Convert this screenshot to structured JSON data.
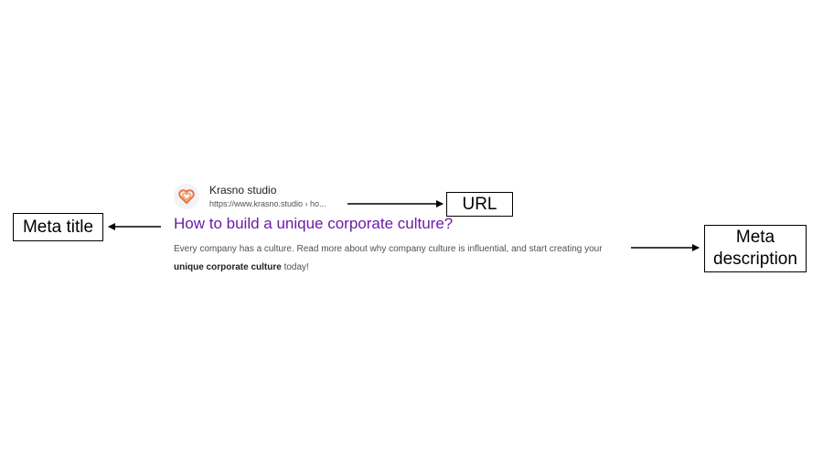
{
  "result": {
    "site_name": "Krasno studio",
    "url": "https://www.krasno.studio › ho...",
    "title": "How to build a unique corporate culture?",
    "description_start": "Every company has a culture. Read more about why company culture is influential, and start creating your ",
    "description_bold": "unique corporate culture",
    "description_end": " today!",
    "favicon": "heart-logo-icon",
    "title_color": "#681da8"
  },
  "annotations": {
    "url": "URL",
    "meta_title": "Meta title",
    "meta_description_line1": "Meta",
    "meta_description_line2": "description"
  }
}
